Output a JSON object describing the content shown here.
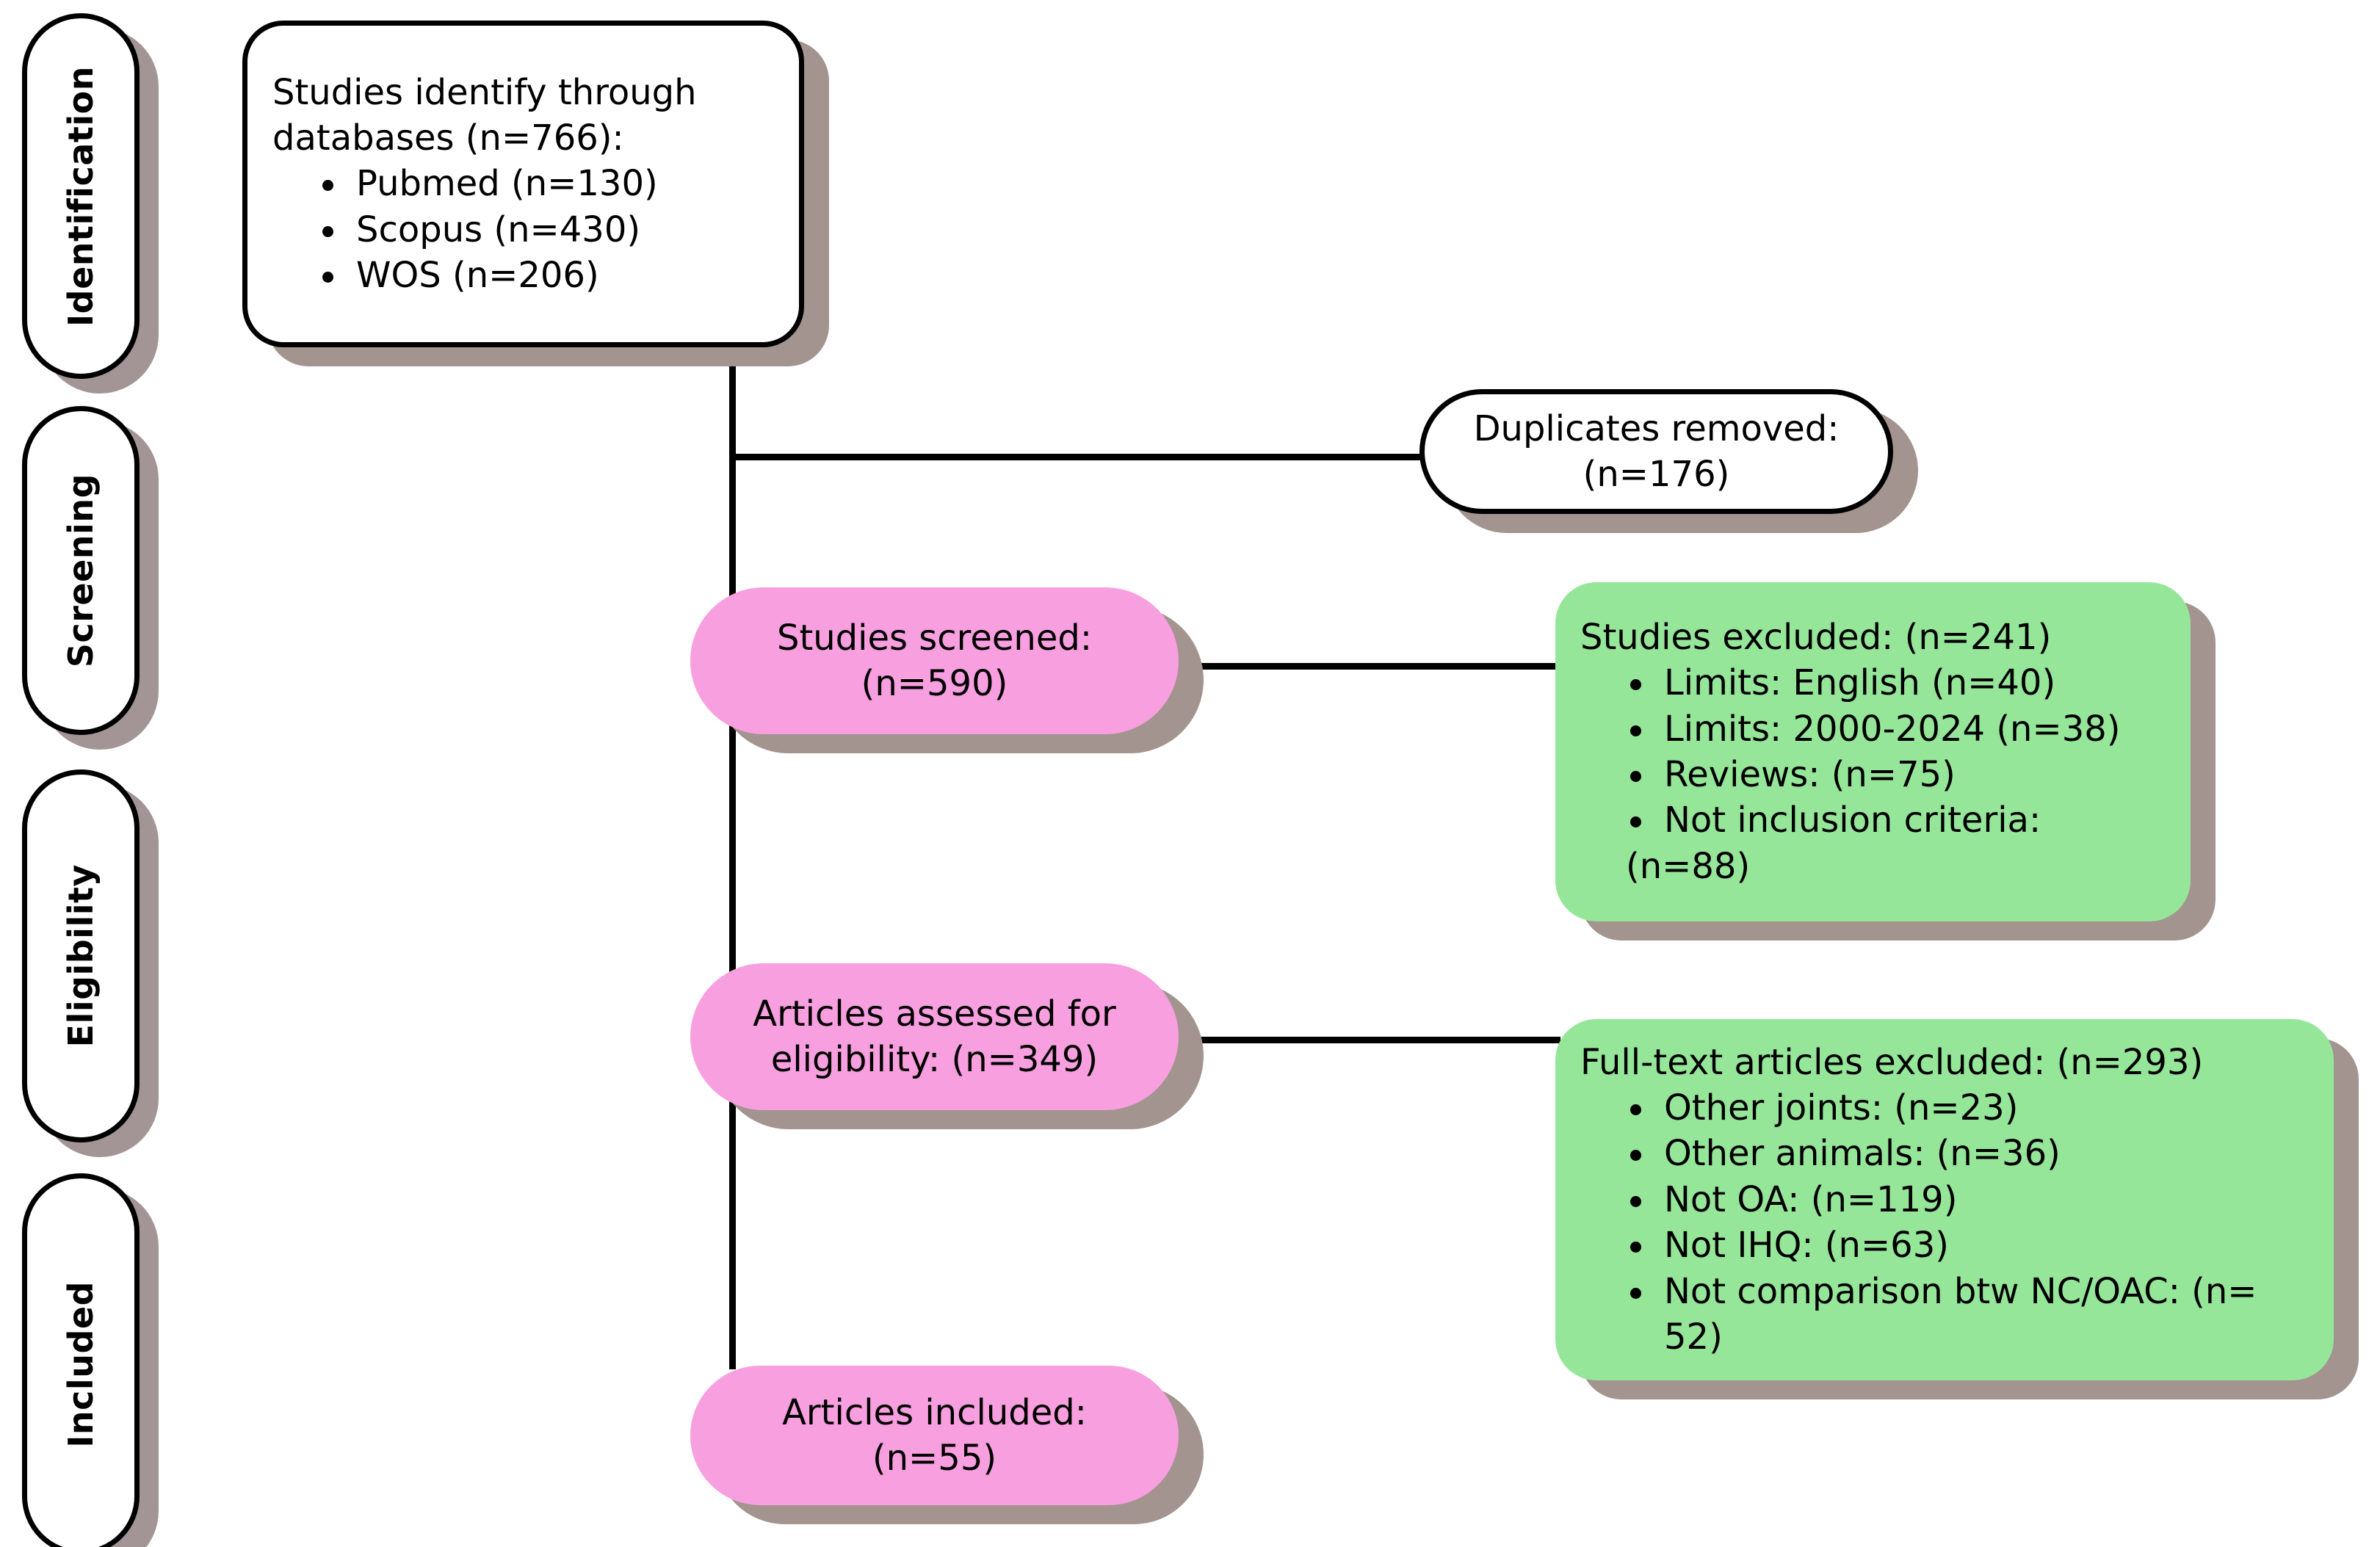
{
  "figure": {
    "type": "prisma-flow-diagram",
    "colors": {
      "pink": "#f79fdf",
      "green": "#96e69a",
      "white": "#ffffff",
      "shadow": "#a3948f",
      "line": "#000000"
    }
  },
  "stages": [
    {
      "id": "identification",
      "label": "Identification"
    },
    {
      "id": "screening",
      "label": "Screening"
    },
    {
      "id": "eligibility",
      "label": "Eligibility"
    },
    {
      "id": "included",
      "label": "Included"
    }
  ],
  "nodes": {
    "identified": {
      "title": "Studies identify through\ndatabases (n=766):",
      "bullets": [
        "Pubmed (n=130)",
        "Scopus (n=430)",
        "WOS (n=206)"
      ]
    },
    "duplicates": {
      "title": "Duplicates removed:\n(n=176)"
    },
    "screened": {
      "title": "Studies screened:\n(n=590)"
    },
    "screened_excluded": {
      "title": "Studies excluded: (n=241)",
      "bullets": [
        "Limits: English (n=40)",
        "Limits: 2000-2024 (n=38)",
        "Reviews: (n=75)",
        "Not inclusion criteria:"
      ],
      "continuation": "(n=88)"
    },
    "assessed": {
      "title": "Articles assessed for\neligibility: (n=349)"
    },
    "fulltext_excluded": {
      "title": "Full-text articles excluded: (n=293)",
      "bullets": [
        "Other joints: (n=23)",
        "Other animals: (n=36)",
        "Not OA: (n=119)",
        "Not IHQ: (n=63)",
        "Not comparison btw NC/OAC: (n= 52)"
      ]
    },
    "included": {
      "title": "Articles included:\n(n=55)"
    }
  },
  "counts": {
    "identified_total": 766,
    "pubmed": 130,
    "scopus": 430,
    "wos": 206,
    "duplicates_removed": 176,
    "screened": 590,
    "screened_excluded_total": 241,
    "limits_english": 40,
    "limits_years": 38,
    "reviews": 75,
    "not_inclusion_criteria": 88,
    "assessed_eligibility": 349,
    "fulltext_excluded_total": 293,
    "other_joints": 23,
    "other_animals": 36,
    "not_oa": 119,
    "not_ihq": 63,
    "not_comparison": 52,
    "included": 55
  }
}
